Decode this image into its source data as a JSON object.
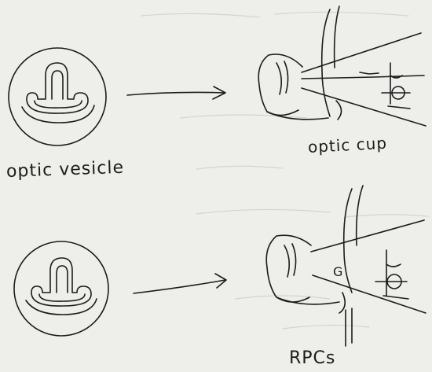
{
  "labels": {
    "vesicle": "optic vesicle",
    "cup": "optic cup",
    "rpcs": "RPCs",
    "ganglion_marker": "G"
  },
  "colors": {
    "ink": "#1c1c1c",
    "paper": "#eeeeea",
    "bleed": "#c9c9c4"
  }
}
